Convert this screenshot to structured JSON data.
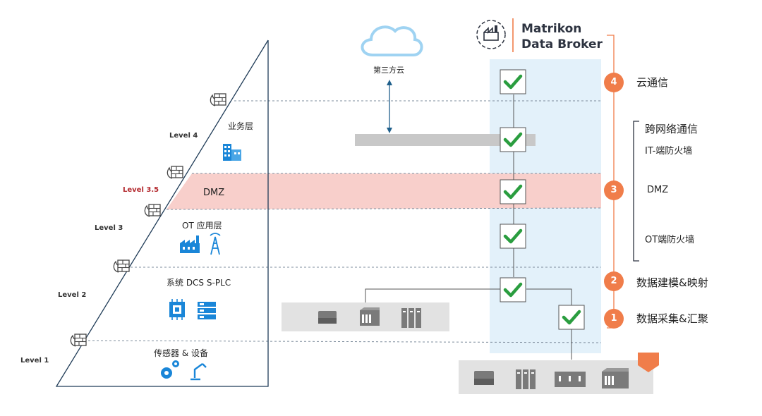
{
  "brand": {
    "line1": "Matrikon",
    "line2": "Data Broker"
  },
  "cloud": {
    "label": "第三方云"
  },
  "levels": {
    "l4": "Level 4",
    "l35": "Level 3.5",
    "l3": "Level 3",
    "l2": "Level 2",
    "l1": "Level 1"
  },
  "layers": {
    "business": "业务层",
    "dmz": "DMZ",
    "ot_app": "OT 应用层",
    "dcs": "系统 DCS S-PLC",
    "sensors": "传感器 & 设备"
  },
  "steps": [
    {
      "num": "4",
      "label": "云通信"
    },
    {
      "num": "3",
      "label": "跨网络通信"
    },
    {
      "num": "2",
      "label": "数据建模&映射"
    },
    {
      "num": "1",
      "label": "数据采集&汇聚"
    }
  ],
  "cross_network": {
    "it_fw": "IT-端防火墙",
    "dmz": "DMZ",
    "ot_fw": "OT端防火墙"
  },
  "colors": {
    "accent_orange": "#f07d4a",
    "check_green": "#2a9d3f",
    "broker_panel": "#e3f1fa",
    "dmz_band": "#f8cfcb",
    "pyramid_line": "#1f3b57",
    "device_tray": "#e2e2e2",
    "icon_blue": "#1a86d8"
  },
  "icons": [
    "cloud-icon",
    "firewall-icon",
    "building-icon",
    "factory-icon",
    "tower-icon",
    "chip-icon",
    "server-rack-icon",
    "gears-icon",
    "robot-arm-icon",
    "checkmark-icon",
    "broker-logo-icon"
  ]
}
